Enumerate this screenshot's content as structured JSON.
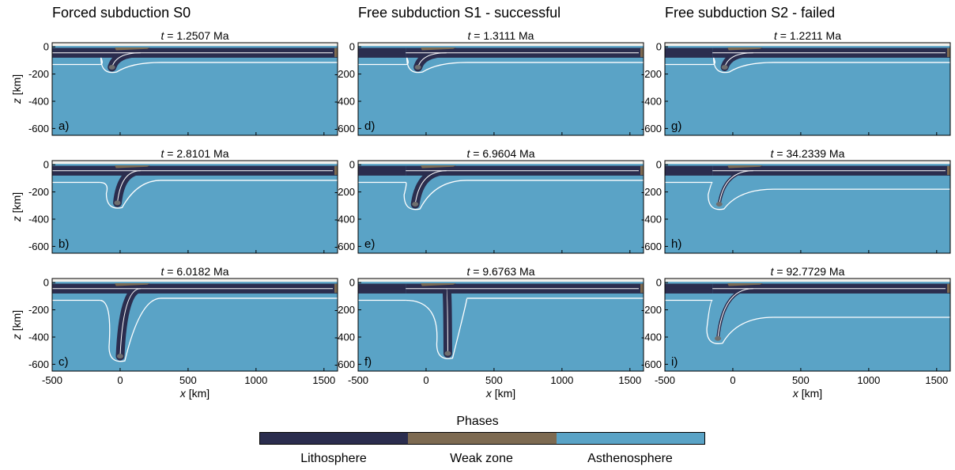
{
  "column_titles": [
    "Forced subduction S0",
    "Free subduction S1 - successful",
    "Free subduction S2 - failed"
  ],
  "legend": {
    "title": "Phases",
    "items": [
      {
        "label": "Lithosphere",
        "color": "#2b2d4e"
      },
      {
        "label": "Weak zone",
        "color": "#7d6a51"
      },
      {
        "label": "Asthenosphere",
        "color": "#5aa3c6"
      }
    ]
  },
  "colors": {
    "lithosphere": "#2b2d4e",
    "weak_zone": "#7d6a51",
    "asthenosphere": "#5aa3c6",
    "contour": "#ffffff"
  },
  "chart_data": [
    {
      "type": "heatmap",
      "panel": "a)",
      "title_prefix": "t",
      "title_value": "= 1.2507 Ma",
      "slab_tip_x": -60,
      "slab_tip_z": -150,
      "ylabel": "z [km]",
      "xlabel": "",
      "ylim": [
        -650,
        30
      ],
      "xlim": [
        -500,
        1600
      ],
      "yticks": [
        "0",
        "-200",
        "-400",
        "-600"
      ],
      "xticks": []
    },
    {
      "type": "heatmap",
      "panel": "d)",
      "title_prefix": "t",
      "title_value": "= 1.3111 Ma",
      "slab_tip_x": -60,
      "slab_tip_z": -150,
      "ylabel": "",
      "xlabel": "",
      "ylim": [
        -650,
        30
      ],
      "xlim": [
        -500,
        1600
      ],
      "yticks": [
        "0",
        "-200",
        "-400",
        "-600"
      ],
      "xticks": []
    },
    {
      "type": "heatmap",
      "panel": "g)",
      "title_prefix": "t",
      "title_value": "= 1.2211 Ma",
      "slab_tip_x": -60,
      "slab_tip_z": -150,
      "ylabel": "",
      "xlabel": "",
      "ylim": [
        -650,
        30
      ],
      "xlim": [
        -500,
        1600
      ],
      "yticks": [
        "0",
        "-200",
        "-400",
        "-600"
      ],
      "xticks": []
    },
    {
      "type": "heatmap",
      "panel": "b)",
      "title_prefix": "t",
      "title_value": "= 2.8101 Ma",
      "slab_tip_x": -20,
      "slab_tip_z": -280,
      "ylabel": "z [km]",
      "xlabel": "",
      "ylim": [
        -650,
        30
      ],
      "xlim": [
        -500,
        1600
      ],
      "yticks": [
        "0",
        "-200",
        "-400",
        "-600"
      ],
      "xticks": []
    },
    {
      "type": "heatmap",
      "panel": "e)",
      "title_prefix": "t",
      "title_value": "= 6.9604 Ma",
      "slab_tip_x": -80,
      "slab_tip_z": -290,
      "ylabel": "",
      "xlabel": "",
      "ylim": [
        -650,
        30
      ],
      "xlim": [
        -500,
        1600
      ],
      "yticks": [
        "0",
        "-200",
        "-400",
        "-600"
      ],
      "xticks": []
    },
    {
      "type": "heatmap",
      "panel": "h)",
      "title_prefix": "t",
      "title_value": "= 34.2339 Ma",
      "slab_tip_x": -100,
      "slab_tip_z": -290,
      "ylabel": "",
      "xlabel": "",
      "ylim": [
        -650,
        30
      ],
      "xlim": [
        -500,
        1600
      ],
      "yticks": [
        "0",
        "-200",
        "-400",
        "-600"
      ],
      "xticks": []
    },
    {
      "type": "heatmap",
      "panel": "c)",
      "title_prefix": "t",
      "title_value": "= 6.0182 Ma",
      "slab_tip_x": 0,
      "slab_tip_z": -540,
      "ylabel": "z [km]",
      "xlabel": "x [km]",
      "ylim": [
        -650,
        30
      ],
      "xlim": [
        -500,
        1600
      ],
      "yticks": [
        "0",
        "-200",
        "-400",
        "-600"
      ],
      "xticks": [
        "-500",
        "0",
        "500",
        "1000",
        "1500"
      ]
    },
    {
      "type": "heatmap",
      "panel": "f)",
      "title_prefix": "t",
      "title_value": "= 9.6763 Ma",
      "slab_tip_x": 160,
      "slab_tip_z": -520,
      "ylabel": "",
      "xlabel": "x [km]",
      "ylim": [
        -650,
        30
      ],
      "xlim": [
        -500,
        1600
      ],
      "yticks": [
        "0",
        "-200",
        "-400",
        "-600"
      ],
      "xticks": [
        "-500",
        "0",
        "500",
        "1000",
        "1500"
      ]
    },
    {
      "type": "heatmap",
      "panel": "i)",
      "title_prefix": "t",
      "title_value": "= 92.7729 Ma",
      "slab_tip_x": -110,
      "slab_tip_z": -410,
      "ylabel": "",
      "xlabel": "x [km]",
      "ylim": [
        -650,
        30
      ],
      "xlim": [
        -500,
        1600
      ],
      "yticks": [
        "0",
        "-200",
        "-400",
        "-600"
      ],
      "xticks": [
        "-500",
        "0",
        "500",
        "1000",
        "1500"
      ]
    }
  ]
}
